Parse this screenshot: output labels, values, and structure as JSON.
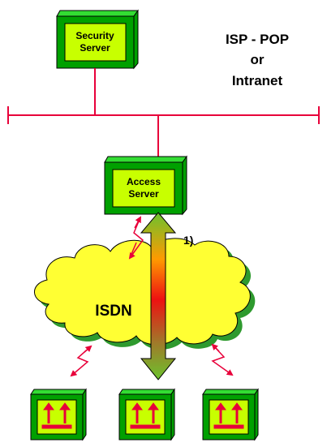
{
  "security_server": {
    "label_line1": "Security",
    "label_line2": "Server"
  },
  "access_server": {
    "label_line1": "Access",
    "label_line2": "Server"
  },
  "site_title": {
    "line1": "ISP - POP",
    "line2": "or",
    "line3": "Intranet"
  },
  "cloud": {
    "label": "ISDN"
  },
  "annotation": {
    "label": "1)"
  },
  "colors": {
    "box_face": "#c8ff00",
    "box_side": "#00a000",
    "box_top": "#33dd33",
    "lan": "#e8003a",
    "link": "#e8003a",
    "cloud": "#ffff33",
    "cloud_shadow": "#2e9a2e",
    "arrow_end": "#66bb33",
    "arrow_mid": "#ee1111",
    "arrow_orange": "#ff9a00"
  },
  "icons": {
    "terminal": "up-down-arrows-icon",
    "link": "zigzag-link-icon"
  },
  "terminals": [
    {
      "name": "terminal-left"
    },
    {
      "name": "terminal-middle"
    },
    {
      "name": "terminal-right"
    }
  ]
}
